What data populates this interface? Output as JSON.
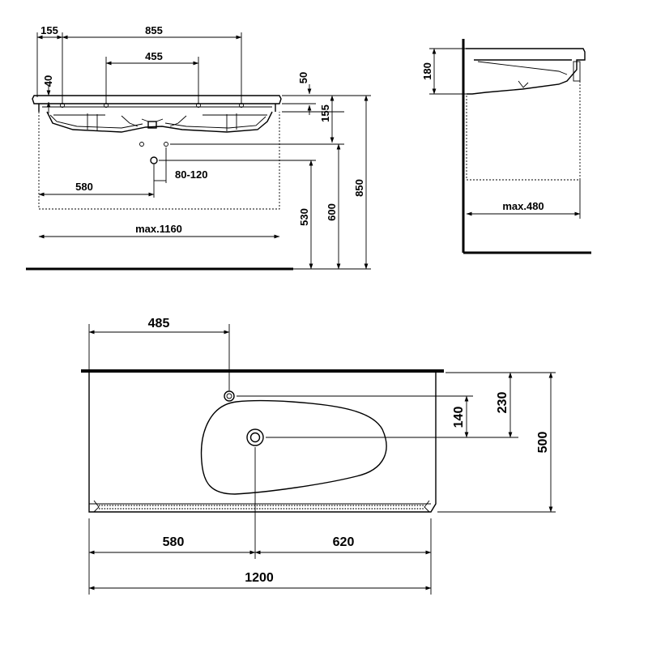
{
  "front_view": {
    "dim_155_top": "155",
    "dim_855": "855",
    "dim_455": "455",
    "dim_40": "40",
    "dim_50": "50",
    "dim_155_right": "155",
    "dim_80_120": "80-120",
    "dim_580": "580",
    "dim_max1160": "max.1160",
    "dim_530": "530",
    "dim_600": "600",
    "dim_850": "850"
  },
  "side_view": {
    "dim_180": "180",
    "dim_max480": "max.480"
  },
  "top_view": {
    "dim_485": "485",
    "dim_140": "140",
    "dim_230": "230",
    "dim_500": "500",
    "dim_580": "580",
    "dim_620": "620",
    "dim_1200": "1200"
  }
}
